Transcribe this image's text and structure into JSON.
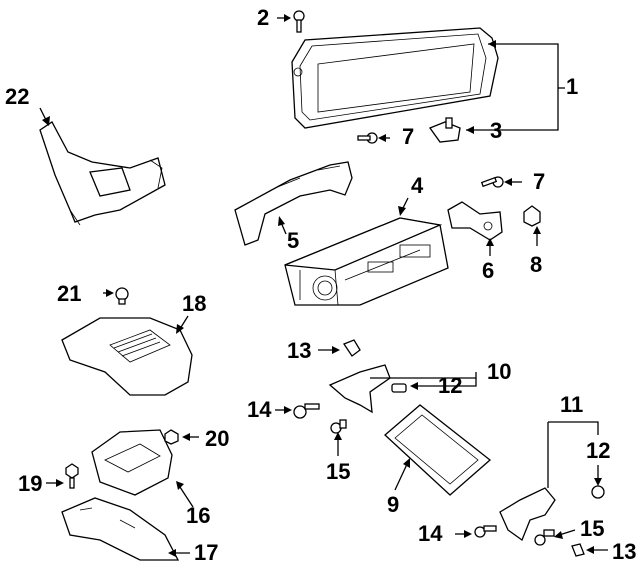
{
  "callouts": {
    "c1": "1",
    "c2": "2",
    "c3": "3",
    "c4": "4",
    "c5": "5",
    "c6": "6",
    "c7a": "7",
    "c7b": "7",
    "c8": "8",
    "c9": "9",
    "c10": "10",
    "c11": "11",
    "c12a": "12",
    "c12b": "12",
    "c13a": "13",
    "c13b": "13",
    "c14a": "14",
    "c14b": "14",
    "c15a": "15",
    "c15b": "15",
    "c16": "16",
    "c17": "17",
    "c18": "18",
    "c19": "19",
    "c20": "20",
    "c21": "21",
    "c22": "22"
  }
}
